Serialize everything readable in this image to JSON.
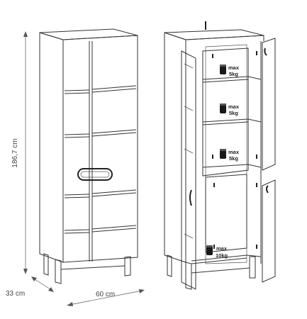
{
  "dimensions": {
    "height_label": "186,7 cm",
    "depth_label": "33 cm",
    "width_label": "60 cm"
  },
  "load_labels": [
    {
      "max": "max",
      "weight": "5kg"
    },
    {
      "max": "max",
      "weight": "5kg"
    },
    {
      "max": "max",
      "weight": "5kg"
    },
    {
      "max": "max",
      "weight": "10kg"
    }
  ]
}
